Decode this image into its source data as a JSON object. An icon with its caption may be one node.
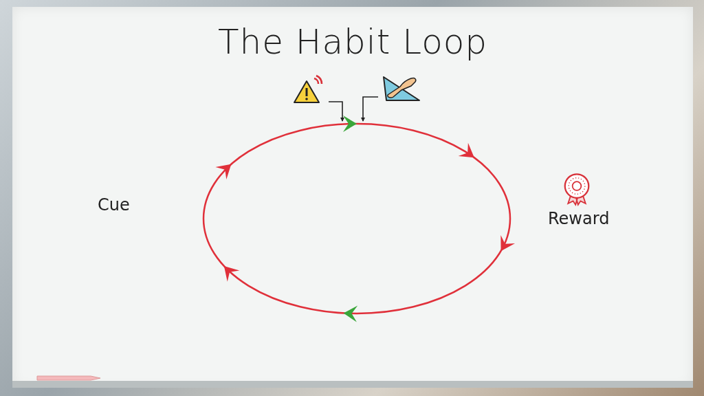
{
  "diagram": {
    "title": "The Habit Loop",
    "nodes": [
      {
        "text": [],
        "shape": "picture"
      },
      {
        "text": [],
        "shape": "picture"
      },
      {
        "text": [],
        "shape": "circle"
      }
    ],
    "edges": [
      {
        "from": 0,
        "to": 2,
        "arrow": "to"
      },
      {
        "from": 1,
        "to": 2,
        "arrow": "to"
      }
    ],
    "labels": [
      "Cue",
      "Reward"
    ]
  }
}
